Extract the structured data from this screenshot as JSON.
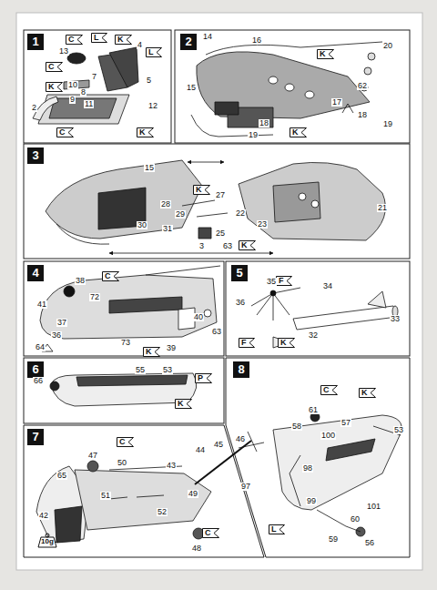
{
  "diagram": {
    "nodes": [
      {
        "text": [
          "1"
        ]
      },
      {
        "text": [
          "C"
        ]
      },
      {
        "text": [
          "L"
        ]
      },
      {
        "text": [
          "K"
        ]
      },
      {
        "text": [
          "L"
        ]
      },
      {
        "text": [
          "C"
        ]
      },
      {
        "text": [
          "K"
        ]
      },
      {
        "text": [
          "C"
        ]
      },
      {
        "text": [
          "K"
        ]
      },
      {
        "text": [
          "2"
        ]
      },
      {
        "text": [
          "K"
        ]
      },
      {
        "text": [
          "K"
        ]
      },
      {
        "text": [
          "3"
        ]
      },
      {
        "text": [
          "K"
        ]
      },
      {
        "text": [
          "K"
        ]
      },
      {
        "text": [
          "4"
        ]
      },
      {
        "text": [
          "C"
        ]
      },
      {
        "text": [
          "K"
        ]
      },
      {
        "text": [
          "5"
        ]
      },
      {
        "text": [
          "F"
        ]
      },
      {
        "text": [
          "F"
        ]
      },
      {
        "text": [
          "K"
        ]
      },
      {
        "text": [
          "6"
        ]
      },
      {
        "text": [
          "P"
        ]
      },
      {
        "text": [
          "K"
        ]
      },
      {
        "text": [
          "7"
        ]
      },
      {
        "text": [
          "C"
        ]
      },
      {
        "text": [
          "C"
        ]
      },
      {
        "text": [
          "10g"
        ]
      },
      {
        "text": [
          "8"
        ]
      },
      {
        "text": [
          "C"
        ]
      },
      {
        "text": [
          "K"
        ]
      },
      {
        "text": [
          "L"
        ]
      }
    ],
    "labels": [
      "13",
      "4",
      "7",
      "10",
      "8",
      "9",
      "11",
      "5",
      "12",
      "2",
      "14",
      "16",
      "20",
      "15",
      "62",
      "17",
      "18",
      "19",
      "18",
      "19",
      "15",
      "28",
      "29",
      "30",
      "31",
      "27",
      "22",
      "23",
      "25",
      "3",
      "63",
      "21",
      "38",
      "41",
      "72",
      "37",
      "36",
      "64",
      "73",
      "39",
      "40",
      "63",
      "35",
      "34",
      "36",
      "33",
      "32",
      "66",
      "55",
      "53",
      "47",
      "50",
      "51",
      "43",
      "44",
      "45",
      "46",
      "97",
      "49",
      "52",
      "48",
      "65",
      "42",
      "61",
      "58",
      "57",
      "100",
      "53",
      "98",
      "99",
      "101",
      "60",
      "59",
      "56"
    ]
  }
}
